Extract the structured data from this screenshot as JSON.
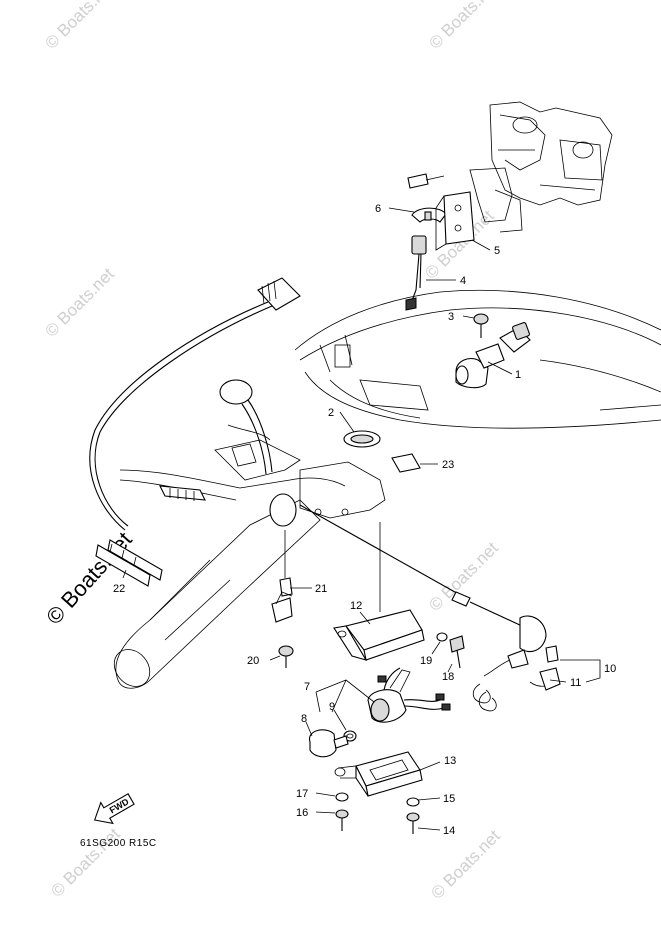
{
  "watermark": {
    "text": "© Boats.net"
  },
  "diagram_code": "61SG200 R15C",
  "fwd_label": "FWD",
  "callouts": {
    "p1": "1",
    "p2": "2",
    "p3": "3",
    "p4": "4",
    "p5": "5",
    "p6": "6",
    "p7": "7",
    "p8": "8",
    "p9": "9",
    "p10": "10",
    "p11": "11",
    "p12": "12",
    "p13": "13",
    "p14": "14",
    "p15": "15",
    "p16": "16",
    "p17": "17",
    "p18": "18",
    "p19": "19",
    "p20": "20",
    "p21": "21",
    "p22": "22",
    "p23": "23"
  }
}
